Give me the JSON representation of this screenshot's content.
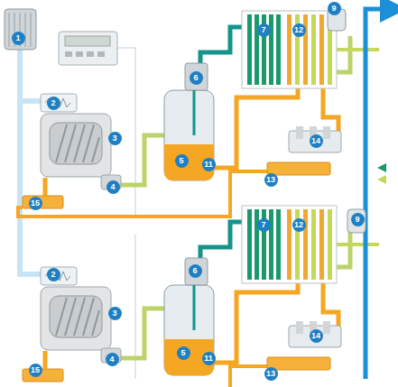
{
  "diagram": {
    "labels": [
      "1",
      "2",
      "3",
      "4",
      "15",
      "6",
      "5",
      "11",
      "7",
      "12",
      "9",
      "14",
      "13",
      "9",
      "7",
      "12",
      "2",
      "3",
      "6",
      "5",
      "11",
      "14",
      "13",
      "4",
      "15"
    ]
  }
}
